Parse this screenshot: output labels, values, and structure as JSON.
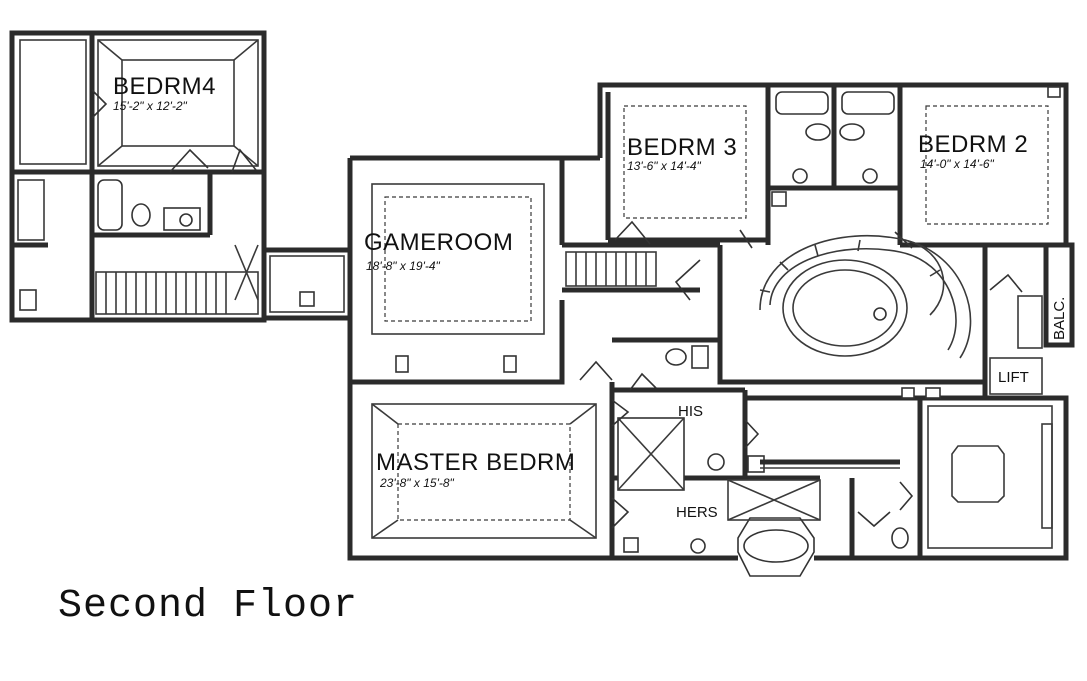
{
  "floor_title": "Second Floor",
  "rooms": {
    "bedrm4": {
      "name": "BEDRM4",
      "dims": "15'-2\" x 12'-2\""
    },
    "bedrm3": {
      "name": "BEDRM 3",
      "dims": "13'-6\" x 14'-4\""
    },
    "bedrm2": {
      "name": "BEDRM 2",
      "dims": "14'-0\" x 14'-6\""
    },
    "gameroom": {
      "name": "GAMEROOM",
      "dims": "18'-8\" x 19'-4\""
    },
    "master": {
      "name": "MASTER BEDRM",
      "dims": "23'-8\" x 15'-8\""
    }
  },
  "labels": {
    "his": "HIS",
    "hers": "HERS",
    "lift": "LIFT",
    "balc": "BALC."
  }
}
